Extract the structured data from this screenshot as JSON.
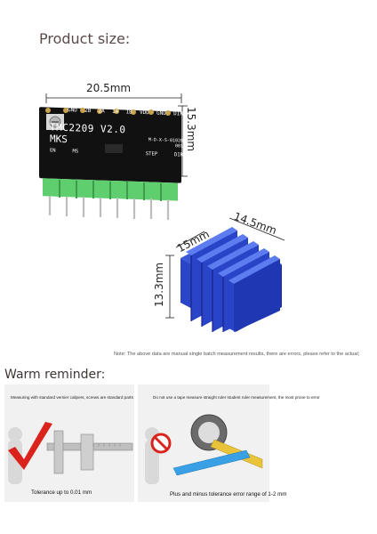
{
  "page": {
    "title": "Product size:",
    "warm_title": "Warm reminder:"
  },
  "board": {
    "width_label": "20.5mm",
    "height_label": "15.3mm",
    "model_line1": "TMC2209  V2.0",
    "model_line2": "MKS",
    "code_line": "M-D-X-S-01020",
    "code_line2": "001",
    "top_pins": [
      "GND",
      "2B",
      "2A",
      "1A",
      "1B",
      "VDD",
      "GND",
      "DIR"
    ],
    "bottom_pins": [
      "EN",
      "MS",
      "",
      "",
      "",
      "",
      "STEP",
      "DIR"
    ],
    "colors": {
      "pcb": "#111111",
      "header": "#5fce6f",
      "pin": "#c8c8c8"
    }
  },
  "heatsink": {
    "length_label": "14.5mm",
    "width_label": "15mm",
    "height_label": "13.3mm",
    "colors": {
      "body": "#2b45c9",
      "light": "#5d7cf0",
      "dark": "#16228a"
    }
  },
  "note": "Note: The above data are manual single batch measurement results, there are errors, please refer to the actual;",
  "reminder": {
    "left": {
      "header": "Measuring with standard vernier calipers, screws are standard parts",
      "caption": "Tolerance up to 0.01 mm"
    },
    "right": {
      "header": "Do not use a tape measure straight ruler student ruler measurement, the most prone to error",
      "caption": "Plus and minus tolerance error range of 1-2 mm"
    }
  }
}
